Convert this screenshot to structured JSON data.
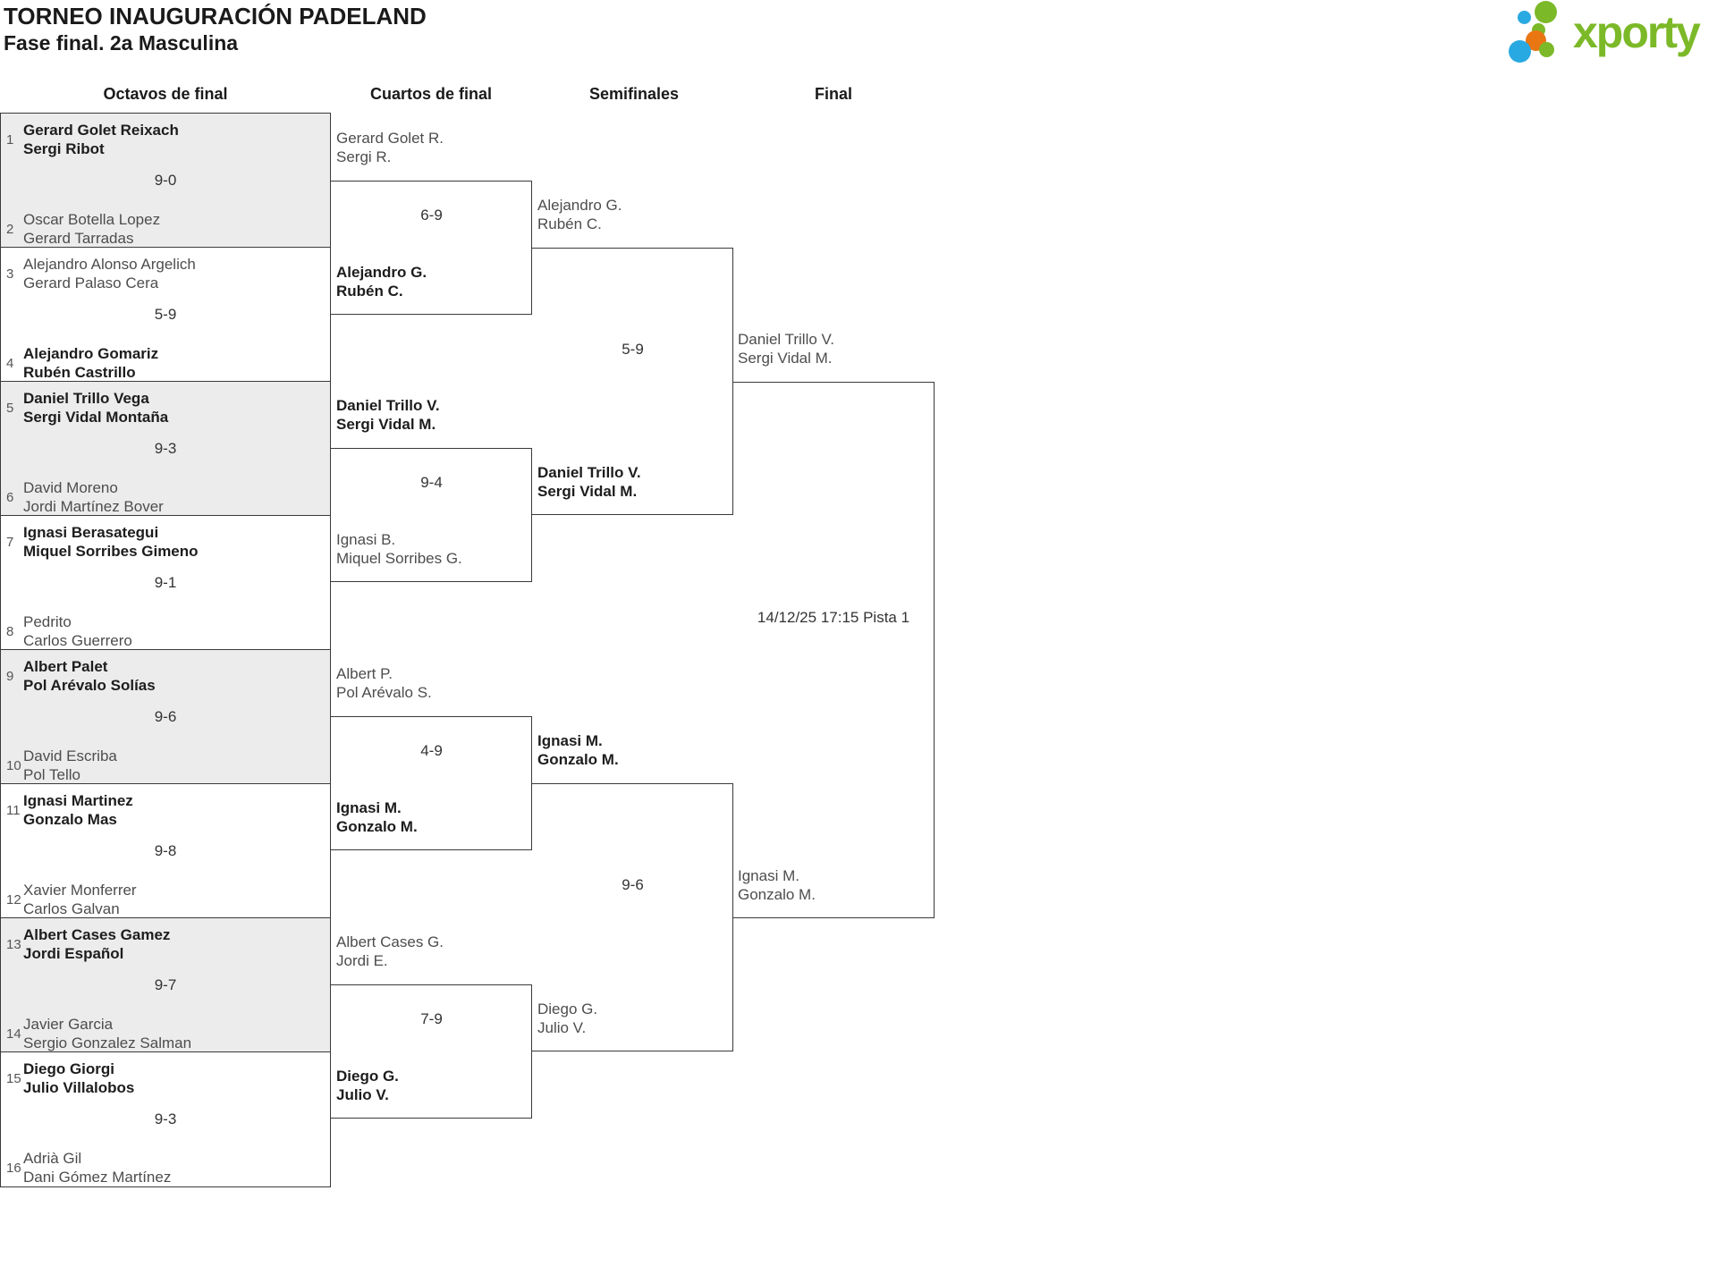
{
  "header": {
    "title": "TORNEO INAUGURACIÓN PADELAND",
    "subtitle": "Fase final. 2a Masculina",
    "logo_text": "xporty"
  },
  "columns": [
    "Octavos de final",
    "Cuartos de final",
    "Semifinales",
    "Final"
  ],
  "octavos": [
    {
      "seed_a": "1",
      "team_a": [
        "Gerard Golet Reixach",
        "Sergi Ribot"
      ],
      "score": "9-0",
      "seed_b": "2",
      "team_b": [
        "Oscar Botella Lopez",
        "Gerard Tarradas"
      ],
      "winner": "a"
    },
    {
      "seed_a": "3",
      "team_a": [
        "Alejandro Alonso Argelich",
        "Gerard Palaso Cera"
      ],
      "score": "5-9",
      "seed_b": "4",
      "team_b": [
        "Alejandro Gomariz",
        "Rubén Castrillo"
      ],
      "winner": "b"
    },
    {
      "seed_a": "5",
      "team_a": [
        "Daniel Trillo Vega",
        "Sergi Vidal Montaña"
      ],
      "score": "9-3",
      "seed_b": "6",
      "team_b": [
        "David Moreno",
        "Jordi Martínez Bover"
      ],
      "winner": "a"
    },
    {
      "seed_a": "7",
      "team_a": [
        "Ignasi Berasategui",
        "Miquel Sorribes Gimeno"
      ],
      "score": "9-1",
      "seed_b": "8",
      "team_b": [
        "Pedrito",
        "Carlos Guerrero"
      ],
      "winner": "a"
    },
    {
      "seed_a": "9",
      "team_a": [
        "Albert Palet",
        "Pol Arévalo Solías"
      ],
      "score": "9-6",
      "seed_b": "10",
      "team_b": [
        "David Escriba",
        "Pol Tello"
      ],
      "winner": "a"
    },
    {
      "seed_a": "11",
      "team_a": [
        "Ignasi Martinez",
        "Gonzalo Mas"
      ],
      "score": "9-8",
      "seed_b": "12",
      "team_b": [
        "Xavier Monferrer",
        "Carlos Galvan"
      ],
      "winner": "a"
    },
    {
      "seed_a": "13",
      "team_a": [
        "Albert Cases Gamez",
        "Jordi Español"
      ],
      "score": "9-7",
      "seed_b": "14",
      "team_b": [
        "Javier Garcia",
        "Sergio Gonzalez Salman"
      ],
      "winner": "a"
    },
    {
      "seed_a": "15",
      "team_a": [
        "Diego Giorgi",
        "Julio Villalobos"
      ],
      "score": "9-3",
      "seed_b": "16",
      "team_b": [
        "Adrià Gil",
        "Dani Gómez Martínez"
      ],
      "winner": "a"
    }
  ],
  "cuartos": [
    {
      "team_a": [
        "Gerard Golet R.",
        "Sergi R."
      ],
      "score": "6-9",
      "team_b": [
        "Alejandro G.",
        "Rubén C."
      ],
      "winner": "b"
    },
    {
      "team_a": [
        "Daniel Trillo V.",
        "Sergi Vidal M."
      ],
      "score": "9-4",
      "team_b": [
        "Ignasi B.",
        "Miquel Sorribes G."
      ],
      "winner": "a"
    },
    {
      "team_a": [
        "Albert P.",
        "Pol Arévalo S."
      ],
      "score": "4-9",
      "team_b": [
        "Ignasi M.",
        "Gonzalo M."
      ],
      "winner": "b"
    },
    {
      "team_a": [
        "Albert Cases G.",
        "Jordi E."
      ],
      "score": "7-9",
      "team_b": [
        "Diego G.",
        "Julio V."
      ],
      "winner": "b"
    }
  ],
  "semifinales": [
    {
      "team_a": [
        "Alejandro G.",
        "Rubén C."
      ],
      "score": "5-9",
      "team_b": [
        "Daniel Trillo V.",
        "Sergi Vidal M."
      ],
      "winner": "b"
    },
    {
      "team_a": [
        "Ignasi M.",
        "Gonzalo M."
      ],
      "score": "9-6",
      "team_b": [
        "Diego G.",
        "Julio V."
      ],
      "winner": "a"
    }
  ],
  "final": {
    "team_a": [
      "Daniel Trillo V.",
      "Sergi Vidal M."
    ],
    "team_b": [
      "Ignasi M.",
      "Gonzalo M."
    ],
    "schedule": "14/12/25 17:15 Pista 1"
  },
  "colors": {
    "accent_green": "#7cb928",
    "accent_blue": "#29a9e1",
    "accent_orange": "#ea7612",
    "row_alt": "#ececec",
    "line": "#3a3a3a"
  }
}
